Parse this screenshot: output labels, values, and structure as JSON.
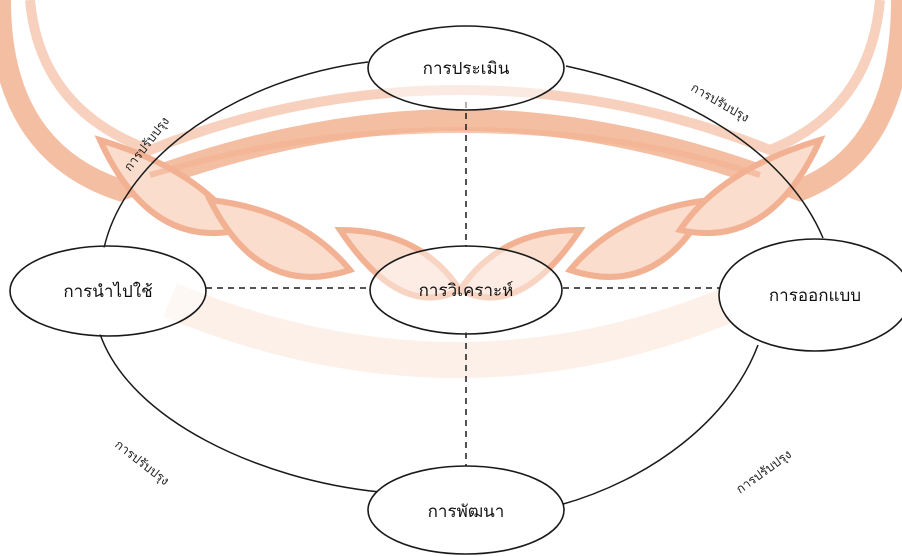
{
  "diagram": {
    "nodes": {
      "evaluation": {
        "label": "การประเมิน"
      },
      "implementation": {
        "label": "การนำไปใช้"
      },
      "analysis": {
        "label": "การวิเคราะห์"
      },
      "design": {
        "label": "การออกแบบ"
      },
      "development": {
        "label": "การพัฒนา"
      }
    },
    "edges": {
      "top_left": {
        "label": "การปรับปรุง"
      },
      "top_right": {
        "label": "การปรับปรุง"
      },
      "bottom_left": {
        "label": "การปรับปรุง"
      },
      "bottom_right": {
        "label": "การปรับปรุง"
      }
    }
  },
  "colors": {
    "watermark": "#e8733a",
    "watermark_fill": "#f6c3a3",
    "stroke": "#1a1a1a",
    "node_fill": "#ffffff"
  },
  "icons": {
    "watermark": "university-seal-watermark"
  }
}
